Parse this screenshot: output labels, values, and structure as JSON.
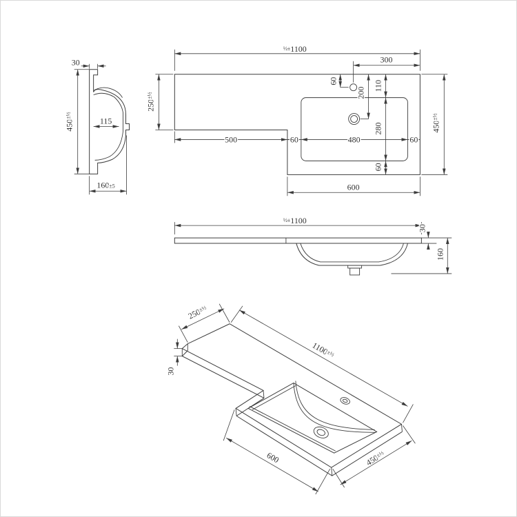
{
  "page": {
    "background": "#ffffff",
    "frame_color": "#d9d9d9",
    "line_color": "#3c3c3c",
    "text_color": "#333333",
    "subject": "L-shaped semi-recessed basin technical drawing"
  },
  "views": {
    "side": {
      "dims": {
        "w30": "30",
        "h450": "450",
        "h450_tol": "±½",
        "w115": "115",
        "d160": "160",
        "d160_tol": "±5"
      }
    },
    "plan": {
      "dims": {
        "len1100_tol": "½±",
        "len1100": "1100",
        "d300": "300",
        "d60_tap": "60",
        "d200": "200",
        "d110": "110",
        "d280": "280",
        "d60_col": "60",
        "d500": "500",
        "d60_left": "60",
        "d480": "480",
        "d60_right": "60",
        "d450": "450",
        "d450_tol": "±½",
        "d600": "600"
      }
    },
    "front": {
      "dims": {
        "len1100_tol": "½±",
        "len1100": "1100",
        "t30": "30",
        "d160": "160"
      }
    },
    "iso": {
      "dims": {
        "d250": "250",
        "d250_tol": "±½",
        "len1100": "1100",
        "len1100_tol": "±½",
        "t30": "30",
        "d600": "600",
        "d450": "450",
        "d450_tol": "±½"
      }
    }
  }
}
